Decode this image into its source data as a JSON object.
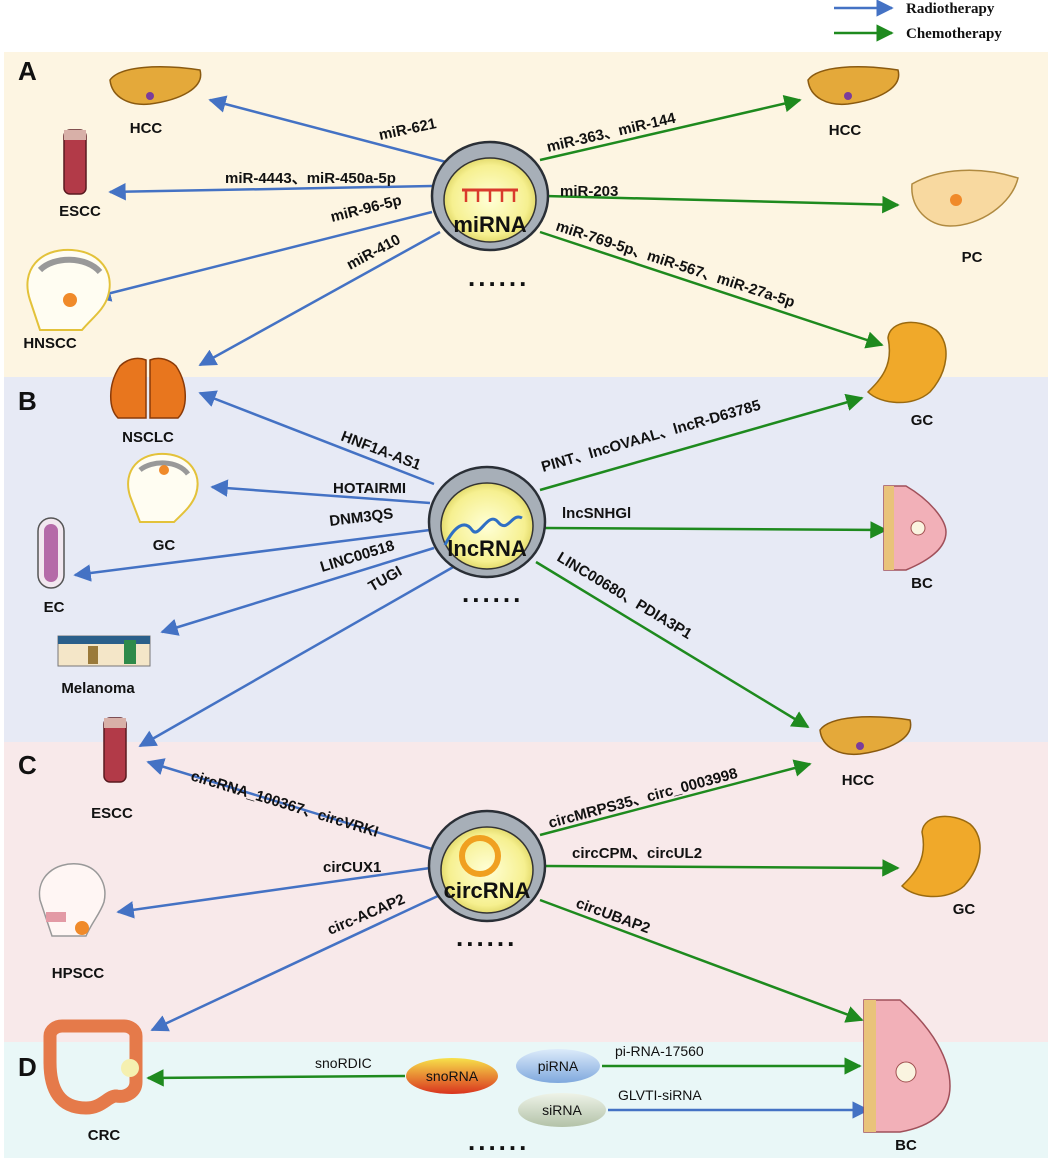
{
  "legend": {
    "radiotherapy": "Radiotherapy",
    "chemotherapy": "Chemotherapy",
    "radiotherapy_color": "#4472C4",
    "chemotherapy_color": "#1E8A1E"
  },
  "sections": {
    "a": {
      "letter": "A",
      "bg": "#FDF5E2"
    },
    "b": {
      "letter": "B",
      "bg": "#E7EAF5"
    },
    "c": {
      "letter": "C",
      "bg": "#F8E9EA"
    },
    "d": {
      "letter": "D",
      "bg": "#E9F7F7"
    }
  },
  "cells": {
    "mirna": "miRNA",
    "lncrna": "lncRNA",
    "circrna": "circRNA"
  },
  "pills": {
    "snorna": "snoRNA",
    "pirna": "piRNA",
    "sirna": "siRNA"
  },
  "ellipsis": "......",
  "organs": {
    "a_hcc_left": "HCC",
    "a_escc": "ESCC",
    "a_hnscc": "HNSCC",
    "a_hcc_right": "HCC",
    "a_pc": "PC",
    "b_nsclc": "NSCLC",
    "b_gc_left": "GC",
    "b_ec": "EC",
    "b_melanoma": "Melanoma",
    "b_gc_right": "GC",
    "b_bc": "BC",
    "c_escc": "ESCC",
    "c_hpscc": "HPSCC",
    "c_crc": "CRC",
    "c_hcc": "HCC",
    "c_gc": "GC",
    "d_bc": "BC"
  },
  "edges": {
    "a1": "miR-621",
    "a2": "miR-4443、miR-450a-5p",
    "a3": "miR-96-5p",
    "a4": "miR-410",
    "a5": "miR-363、miR-144",
    "a6": "miR-203",
    "a7": "miR-769-5p、miR-567、miR-27a-5p",
    "b1": "HNF1A-AS1",
    "b2": "HOTAIRMI",
    "b3": "DNM3QS",
    "b4": "LINC00518",
    "b5": "TUGI",
    "b6": "PINT、lncOVAAL、lncR-D63785",
    "b7": "lncSNHGl",
    "b8": "LINC00680、PDIA3P1",
    "c1": "circRNA_100367、circVRKI",
    "c2": "cirCUX1",
    "c3": "circ-ACAP2",
    "c4": "circMRPS35、circ_0003998",
    "c5": "circCPM、circUL2",
    "c6": "circUBAP2",
    "d1": "snoRDIC",
    "d2": "pi-RNA-17560",
    "d3": "GLVTI-siRNA"
  }
}
